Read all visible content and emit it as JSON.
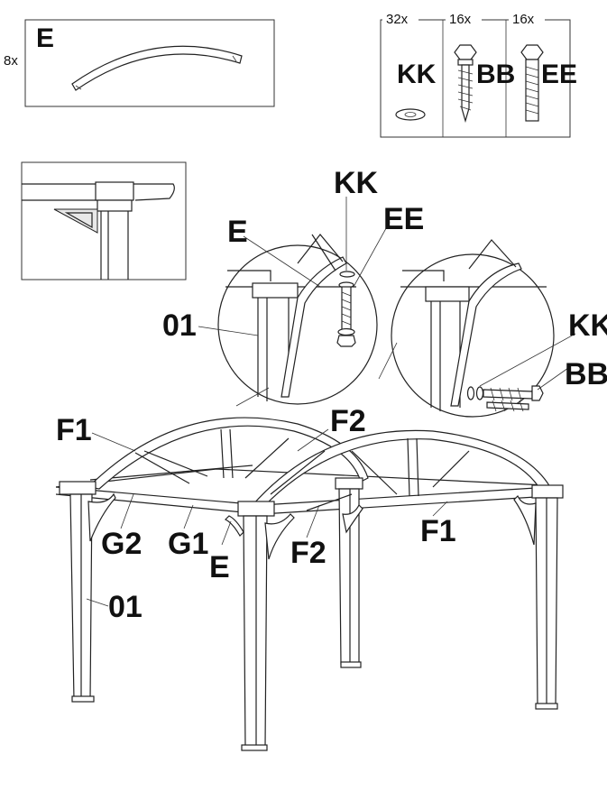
{
  "part_panel": {
    "quantity": "8x",
    "part_letter": "E"
  },
  "hardware_panel": {
    "items": [
      {
        "quantity": "32x",
        "code": "KK",
        "icon": "washer-icon"
      },
      {
        "quantity": "16x",
        "code": "BB",
        "icon": "lag-screw-icon"
      },
      {
        "quantity": "16x",
        "code": "EE",
        "icon": "bolt-icon"
      }
    ]
  },
  "callouts": {
    "kk_left": "KK",
    "ee": "EE",
    "e_detail": "E",
    "post_detail": "01",
    "kk_right": "KK",
    "bb": "BB",
    "f1_left": "F1",
    "f2_top": "F2",
    "g2": "G2",
    "g1": "G1",
    "e_bottom": "E",
    "f2_bottom": "F2",
    "f1_right": "F1",
    "post_bottom": "01"
  }
}
